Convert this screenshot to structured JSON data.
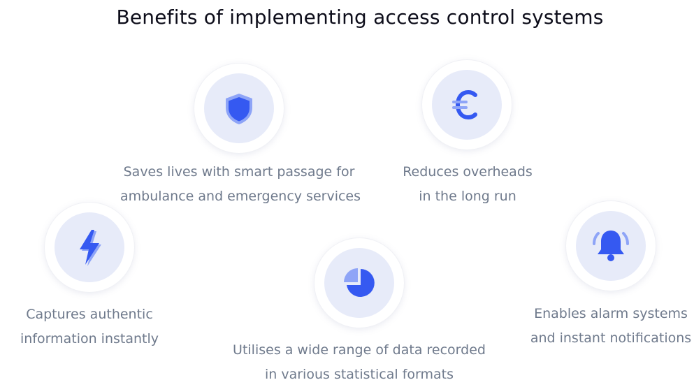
{
  "page": {
    "title": "Benefits of implementing access control systems"
  },
  "colors": {
    "icon_primary": "#3559f1",
    "icon_secondary": "#8ea4f7",
    "disc": "#e7ebf9",
    "caption": "#6f7a8c"
  },
  "benefits": [
    {
      "icon": "shield-icon",
      "line1": "Saves lives with smart passage for",
      "line2": "ambulance and emergency services"
    },
    {
      "icon": "euro-icon",
      "line1": "Reduces overheads",
      "line2": "in the long run"
    },
    {
      "icon": "lightning-icon",
      "line1": "Captures authentic",
      "line2": "information instantly"
    },
    {
      "icon": "pie-chart-icon",
      "line1": "Utilises a wide range of data recorded",
      "line2": "in various statistical formats"
    },
    {
      "icon": "bell-icon",
      "line1": "Enables alarm systems",
      "line2": "and instant notifications"
    }
  ]
}
